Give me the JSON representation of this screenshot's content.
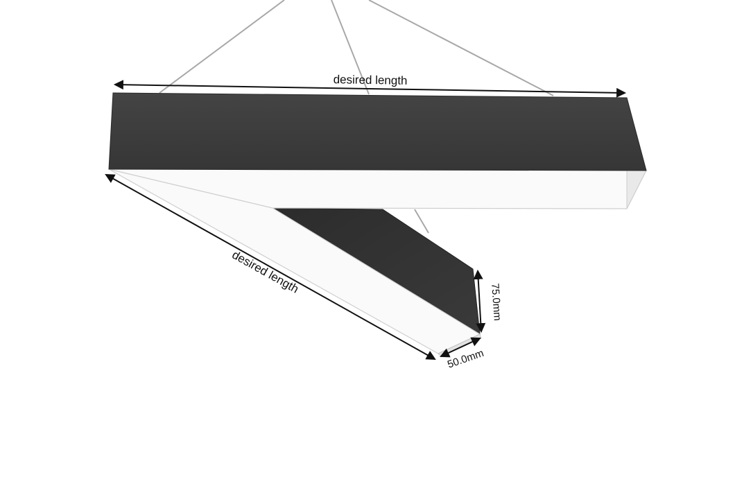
{
  "colors": {
    "background": "#ffffff",
    "housing_dark": "#3c3c3c",
    "housing_darker": "#2a2a2a",
    "diffuser": "#fafafa",
    "diffuser_edge": "#d8d8d8",
    "cable": "#a8a8a8",
    "dimension": "#111111"
  },
  "dimensions": {
    "top_length_label": "desired length",
    "side_length_label": "desired length",
    "height_label": "75.0mm",
    "width_label": "50.0mm"
  }
}
